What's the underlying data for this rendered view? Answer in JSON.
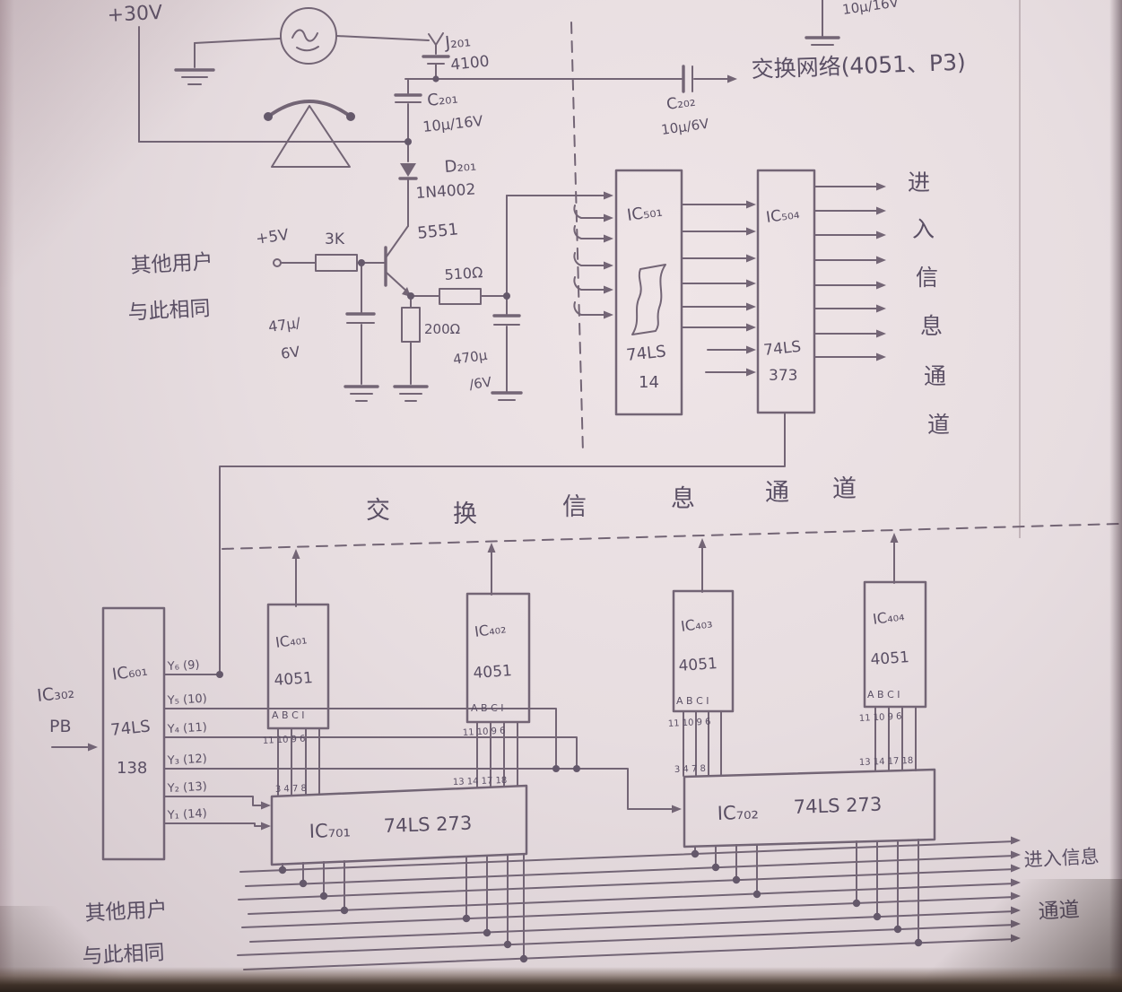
{
  "colors": {
    "paper": "#e7dde0",
    "ink": "#6d5f70",
    "text": "#53485e",
    "photo_edge": "#3e3128"
  },
  "supply": {
    "v30": "+30V",
    "v5": "+5V"
  },
  "parts": {
    "j201_ref": "J₂₀₁",
    "j201_val": "4100",
    "c201_ref": "C₂₀₁",
    "c201_val": "10μ/16V",
    "c202_ref": "C₂₀₂",
    "c202_val": "10μ/6V",
    "c_corner_val": "10μ/16V",
    "d201_ref": "D₂₀₁",
    "d201_val": "1N4002",
    "q_transistor": "5551",
    "r_base": "3K",
    "r_510": "510Ω",
    "r_200": "200Ω",
    "c_base_l1": "47μ/",
    "c_base_l2": "6V",
    "c_out_l1": "470μ",
    "c_out_l2": "/6V"
  },
  "notes": {
    "exchange_network": "交换网络(4051、P3)",
    "other_users_1": "其他用户",
    "other_users_2": "与此相同",
    "enter_info_line1": "进入信息",
    "enter_info_line2": "通道"
  },
  "exchange_channel": [
    "交",
    "换",
    "信",
    "息",
    "通",
    "道"
  ],
  "enter_channel": [
    "进",
    "入",
    "信",
    "息",
    "通",
    "道"
  ],
  "ic501": {
    "ref": "IC₅₀₁",
    "family": "74LS",
    "number": "14"
  },
  "ic504": {
    "ref": "IC₅₀₄",
    "family": "74LS",
    "number": "373"
  },
  "ic601": {
    "ref": "IC₆₀₁",
    "family": "74LS",
    "number": "138",
    "outputs": [
      "Y₆ (9)",
      "Y₅ (10)",
      "Y₄ (11)",
      "Y₃ (12)",
      "Y₂ (13)",
      "Y₁ (14)"
    ]
  },
  "ic302": {
    "ref": "IC₃₀₂",
    "port": "PB"
  },
  "mux": {
    "chip": "4051",
    "pins": "A B C I",
    "pin_numbers": "11 10 9 6",
    "ic401": "IC₄₀₁",
    "ic402": "IC₄₀₂",
    "ic403": "IC₄₀₃",
    "ic404": "IC₄₀₄"
  },
  "latch": {
    "chip": "74LS 273",
    "ic701": "IC₇₀₁",
    "ic702": "IC₇₀₂",
    "pins_left": "3 4 7 8",
    "pins_right": "13 14 17 18"
  }
}
